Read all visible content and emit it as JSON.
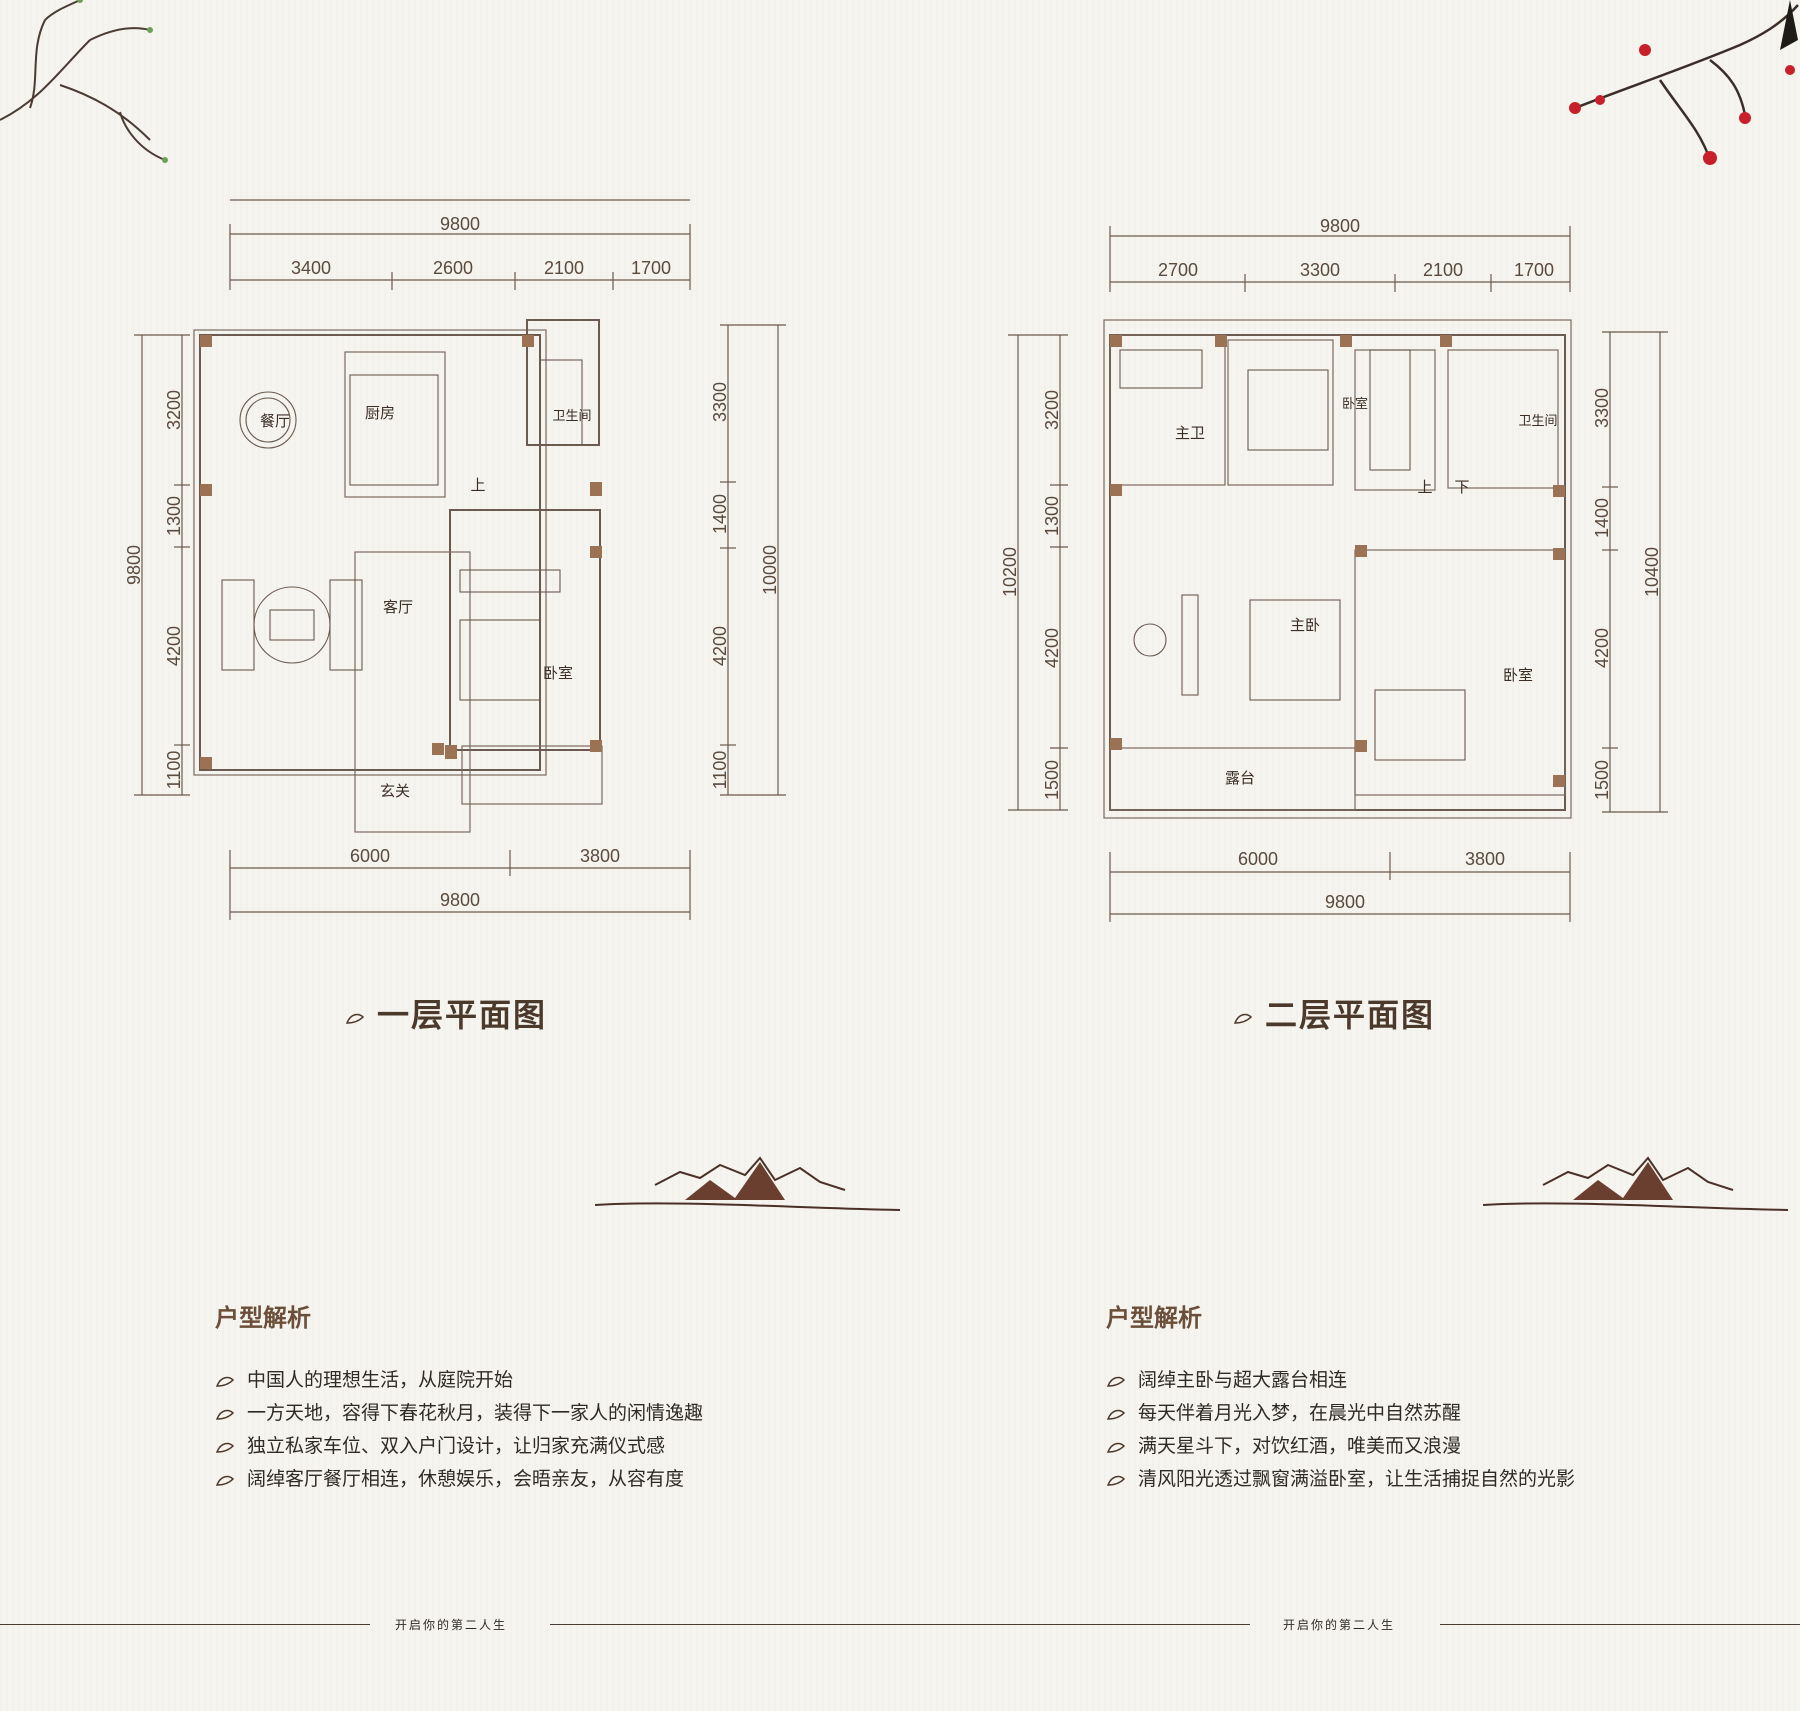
{
  "plans": [
    {
      "title": "一层平面图",
      "dims": {
        "top_total": "9800",
        "top_parts": [
          "3400",
          "2600",
          "2100",
          "1700"
        ],
        "bottom_parts": [
          "6000",
          "3800"
        ],
        "bottom_total": "9800",
        "left_total": "9800",
        "left_parts": [
          "3200",
          "1300",
          "4200",
          "1100"
        ],
        "right_total": "10000",
        "right_parts": [
          "3300",
          "1400",
          "4200",
          "1100"
        ]
      },
      "rooms": {
        "dining": "餐厅",
        "kitchen": "厨房",
        "bath": "卫生间",
        "living": "客厅",
        "bedroom": "卧室",
        "entry": "玄关",
        "up": "上"
      }
    },
    {
      "title": "二层平面图",
      "dims": {
        "top_total": "9800",
        "top_parts": [
          "2700",
          "3300",
          "2100",
          "1700"
        ],
        "bottom_parts": [
          "6000",
          "3800"
        ],
        "bottom_total": "9800",
        "left_total": "10200",
        "left_parts": [
          "3200",
          "1300",
          "4200",
          "1500"
        ],
        "right_total": "10400",
        "right_parts": [
          "3300",
          "1400",
          "4200",
          "1500"
        ]
      },
      "rooms": {
        "master_bath": "主卫",
        "bedroom_top": "卧室",
        "bath": "卫生间",
        "master_bed": "主卧",
        "bedroom": "卧室",
        "terrace": "露台",
        "up": "上",
        "down": "下"
      }
    }
  ],
  "analysis": [
    {
      "heading": "户型解析",
      "points": [
        "中国人的理想生活，从庭院开始",
        "一方天地，容得下春花秋月，装得下一家人的闲情逸趣",
        "独立私家车位、双入户门设计，让归家充满仪式感",
        "阔绰客厅餐厅相连，休憩娱乐，会晤亲友，从容有度"
      ]
    },
    {
      "heading": "户型解析",
      "points": [
        "阔绰主卧与超大露台相连",
        "每天伴着月光入梦，在晨光中自然苏醒",
        "满天星斗下，对饮红酒，唯美而又浪漫",
        "清风阳光透过飘窗满溢卧室，让生活捕捉自然的光影"
      ]
    }
  ],
  "footer": {
    "slogan": "开启你的第二人生"
  },
  "colors": {
    "accent": "#9b7254",
    "ink": "#4b3a2c",
    "blossom": "#c8202a"
  },
  "icons": [
    "leaf-bullet-icon",
    "mountain-icon",
    "branch-icon",
    "plum-blossom-icon"
  ]
}
